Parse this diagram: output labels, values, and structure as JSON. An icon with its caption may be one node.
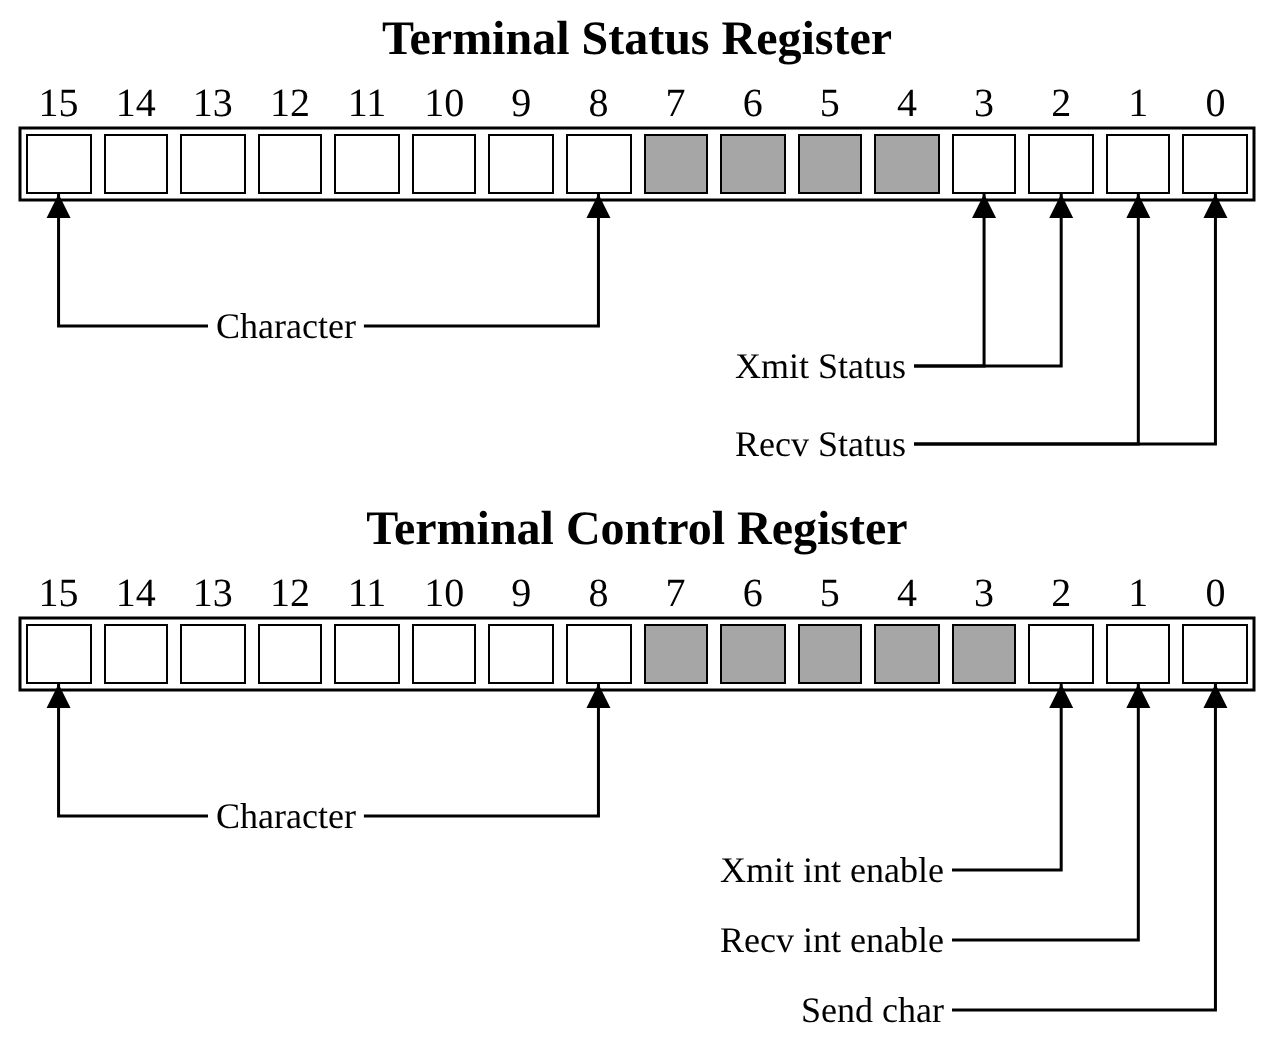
{
  "diagram": {
    "nodes": [
      {
        "text": [
          "Terminal Status Register"
        ]
      },
      {
        "text": [
          "15"
        ],
        "in": 0
      },
      {
        "text": [
          "14"
        ],
        "in": 0
      },
      {
        "text": [
          "13"
        ],
        "in": 0
      },
      {
        "text": [
          "12"
        ],
        "in": 0
      },
      {
        "text": [
          "11"
        ],
        "in": 0
      },
      {
        "text": [
          "10"
        ],
        "in": 0
      },
      {
        "text": [
          "9"
        ],
        "in": 0
      },
      {
        "text": [
          "8"
        ],
        "in": 0
      },
      {
        "text": [
          "7"
        ],
        "in": 0
      },
      {
        "text": [
          "6"
        ],
        "in": 0
      },
      {
        "text": [
          "5"
        ],
        "in": 0
      },
      {
        "text": [
          "4"
        ],
        "in": 0
      },
      {
        "text": [
          "3"
        ],
        "in": 0
      },
      {
        "text": [
          "2"
        ],
        "in": 0
      },
      {
        "text": [
          "1"
        ],
        "in": 0
      },
      {
        "text": [
          "0"
        ],
        "in": 0
      },
      {
        "text": [
          "Character"
        ]
      },
      {
        "text": [
          "Xmit Status"
        ]
      },
      {
        "text": [
          "Recv Status"
        ]
      },
      {
        "text": [
          "Terminal Control Register"
        ]
      },
      {
        "text": [
          "15"
        ],
        "in": 20
      },
      {
        "text": [
          "14"
        ],
        "in": 20
      },
      {
        "text": [
          "13"
        ],
        "in": 20
      },
      {
        "text": [
          "12"
        ],
        "in": 20
      },
      {
        "text": [
          "11"
        ],
        "in": 20
      },
      {
        "text": [
          "10"
        ],
        "in": 20
      },
      {
        "text": [
          "9"
        ],
        "in": 20
      },
      {
        "text": [
          "8"
        ],
        "in": 20
      },
      {
        "text": [
          "7"
        ],
        "in": 20
      },
      {
        "text": [
          "6"
        ],
        "in": 20
      },
      {
        "text": [
          "5"
        ],
        "in": 20
      },
      {
        "text": [
          "4"
        ],
        "in": 20
      },
      {
        "text": [
          "3"
        ],
        "in": 20
      },
      {
        "text": [
          "2"
        ],
        "in": 20
      },
      {
        "text": [
          "1"
        ],
        "in": 20
      },
      {
        "text": [
          "0"
        ],
        "in": 20
      },
      {
        "text": [
          "Character"
        ]
      },
      {
        "text": [
          "Xmit int enable"
        ]
      },
      {
        "text": [
          "Recv int enable"
        ]
      },
      {
        "text": [
          "Send char"
        ]
      }
    ],
    "edges": [
      {
        "from": 17,
        "to": 1,
        "arrow": "to"
      },
      {
        "from": 17,
        "to": 8,
        "arrow": "to"
      },
      {
        "from": 18,
        "to": 13,
        "arrow": "to"
      },
      {
        "from": 18,
        "to": 14,
        "arrow": "to"
      },
      {
        "from": 19,
        "to": 15,
        "arrow": "to"
      },
      {
        "from": 19,
        "to": 16,
        "arrow": "to"
      },
      {
        "from": 37,
        "to": 21,
        "arrow": "to"
      },
      {
        "from": 37,
        "to": 28,
        "arrow": "to"
      },
      {
        "from": 38,
        "to": 34,
        "arrow": "to"
      },
      {
        "from": 39,
        "to": 35,
        "arrow": "to"
      },
      {
        "from": 40,
        "to": 36,
        "arrow": "to"
      }
    ]
  }
}
